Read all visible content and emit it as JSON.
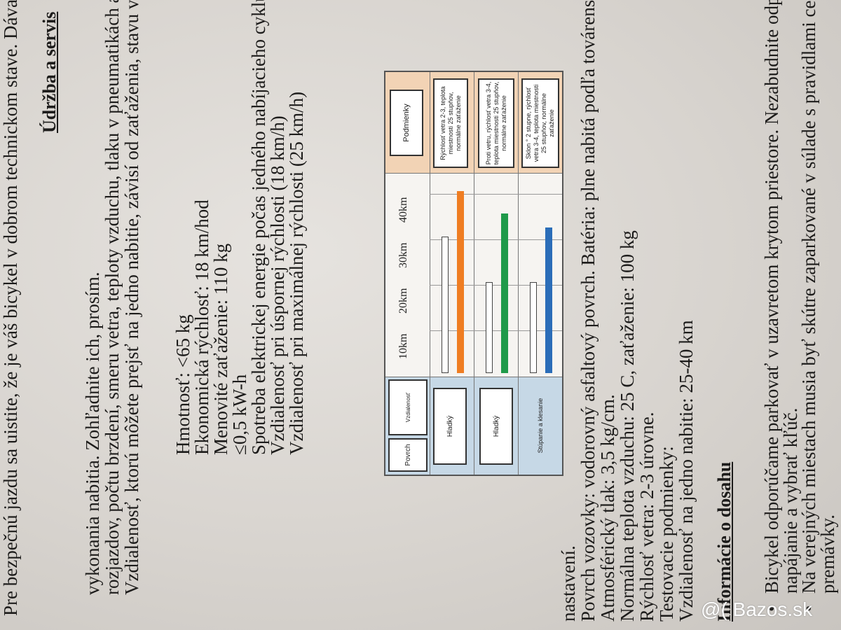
{
  "text": {
    "bullet1": "Bicykel odporúčame parkovať v uzavretom krytom priestore. Nezabudnite odpojiť",
    "bullet1_cont": "napájanie a vybrať kľúč.",
    "bullet2": "Na verejných miestach musia byť skútre zaparkované v súlade s pravidlami cestnej",
    "bullet2_cont": "premávky.",
    "section_heading": "Informácie o dosahu",
    "range": "Vzdialenosť na jedno nabitie: 25-40 km",
    "test_conditions": "Testovacie podmienky:",
    "wind": "Rýchlosť vetra: 2-3 úrovne.",
    "temp_load": "Normálna teplota vzduchu: 25 C, zaťaženie: 100 kg",
    "pressure": "Atmosférický tlak: 3,5 kg/cm.",
    "surface": "Povrch vozovky: vodorovný asfaltový povrch. Batéria: plne nabitá podľa továrenských",
    "surface_cont": "nastavení.",
    "max_speed_range": "Vzdialenosť pri maximálnej rýchlosti (25 km/h)",
    "eco_speed_range": "Vzdialenosť pri úspornej rýchlosti (18 km/h)",
    "consumption": "Spotreba elektrickej energie počas jedného nabíjacieho cyklu:",
    "consumption_val": "≤0,5 kW-h",
    "rated_load": "Menovité zaťaženie: 110 kg",
    "eco_speed": "Ekonomická rýchlosť: 18 km/hod",
    "weight": "Hmotnosť: <65 kg",
    "range_para1": "Vzdialenosť, ktorú môžete prejsť na jedno nabitie, závisí od zaťaženia, stavu vozovky, počtu",
    "range_para2": "rozjazdov, počtu brzdení, smeru vetra, teploty vzduchu, tlaku v pneumatikách a správneho",
    "range_para3": "vykonania nabitia. Zohľadnite ich, prosím.",
    "maint_heading": "Údržba a servis",
    "maint1": "Pre bezpečnú jazdu sa uistite, že je váš bicykel v dobrom technickom stave. Dávajte ho"
  },
  "table": {
    "header_surface": "Povrch",
    "header_distance": "Vzdialenosť",
    "header_conditions": "Podmienky",
    "axis_ticks": [
      "10km",
      "20km",
      "30km",
      "40km"
    ],
    "rows": [
      {
        "surface": "Hladký",
        "conditions": "Rýchlosť vetra 2-3, teplota miestnosti 25 stupňov, normálne zaťaženie",
        "bar_color": "#ef7d22",
        "bar_km": 40,
        "outline_km": 30
      },
      {
        "surface": "Hladký",
        "conditions": "Proti vetru, rýchlosť vetra 3-4, teplota miestnosti 25 stupňov, normálne zaťaženie",
        "bar_color": "#1f9a4a",
        "bar_km": 35,
        "outline_km": 20
      },
      {
        "surface": "Stúpanie a klesanie",
        "conditions": "Sklon ° 2 stupne, rýchlosť vetra 3-4, teplota miestnosti 25 stupňov, normálne zaťaženie",
        "bar_color": "#2b6db8",
        "bar_km": 32,
        "outline_km": 20
      }
    ]
  },
  "watermark": "@( Bazos.sk"
}
